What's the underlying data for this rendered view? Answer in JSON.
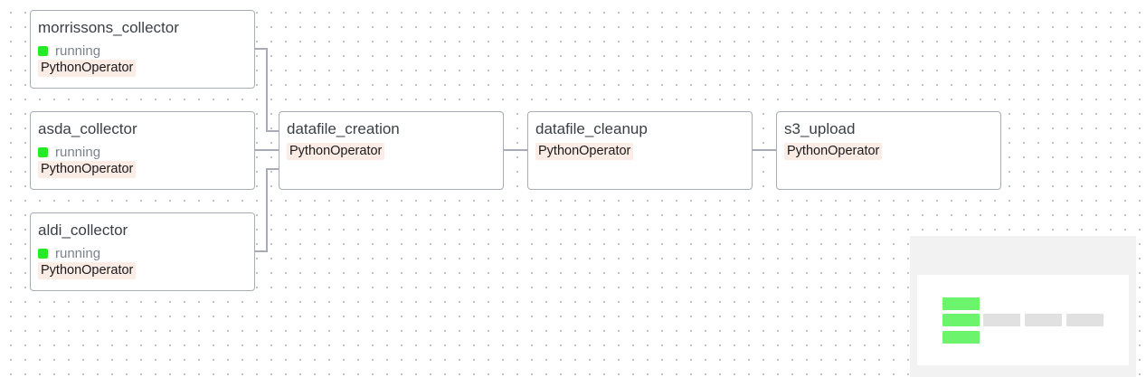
{
  "tasks": [
    {
      "id": "morrissons_collector",
      "name": "morrissons_collector",
      "state": "running",
      "operator": "PythonOperator"
    },
    {
      "id": "asda_collector",
      "name": "asda_collector",
      "state": "running",
      "operator": "PythonOperator"
    },
    {
      "id": "aldi_collector",
      "name": "aldi_collector",
      "state": "running",
      "operator": "PythonOperator"
    },
    {
      "id": "datafile_creation",
      "name": "datafile_creation",
      "state": "",
      "operator": "PythonOperator"
    },
    {
      "id": "datafile_cleanup",
      "name": "datafile_cleanup",
      "state": "",
      "operator": "PythonOperator"
    },
    {
      "id": "s3_upload",
      "name": "s3_upload",
      "state": "",
      "operator": "PythonOperator"
    }
  ],
  "edges": [
    [
      "morrissons_collector",
      "datafile_creation"
    ],
    [
      "asda_collector",
      "datafile_creation"
    ],
    [
      "aldi_collector",
      "datafile_creation"
    ],
    [
      "datafile_creation",
      "datafile_cleanup"
    ],
    [
      "datafile_cleanup",
      "s3_upload"
    ]
  ],
  "colors": {
    "running": "#28e828",
    "edge": "#a7acb6",
    "operator_bg": "#fbece6"
  }
}
